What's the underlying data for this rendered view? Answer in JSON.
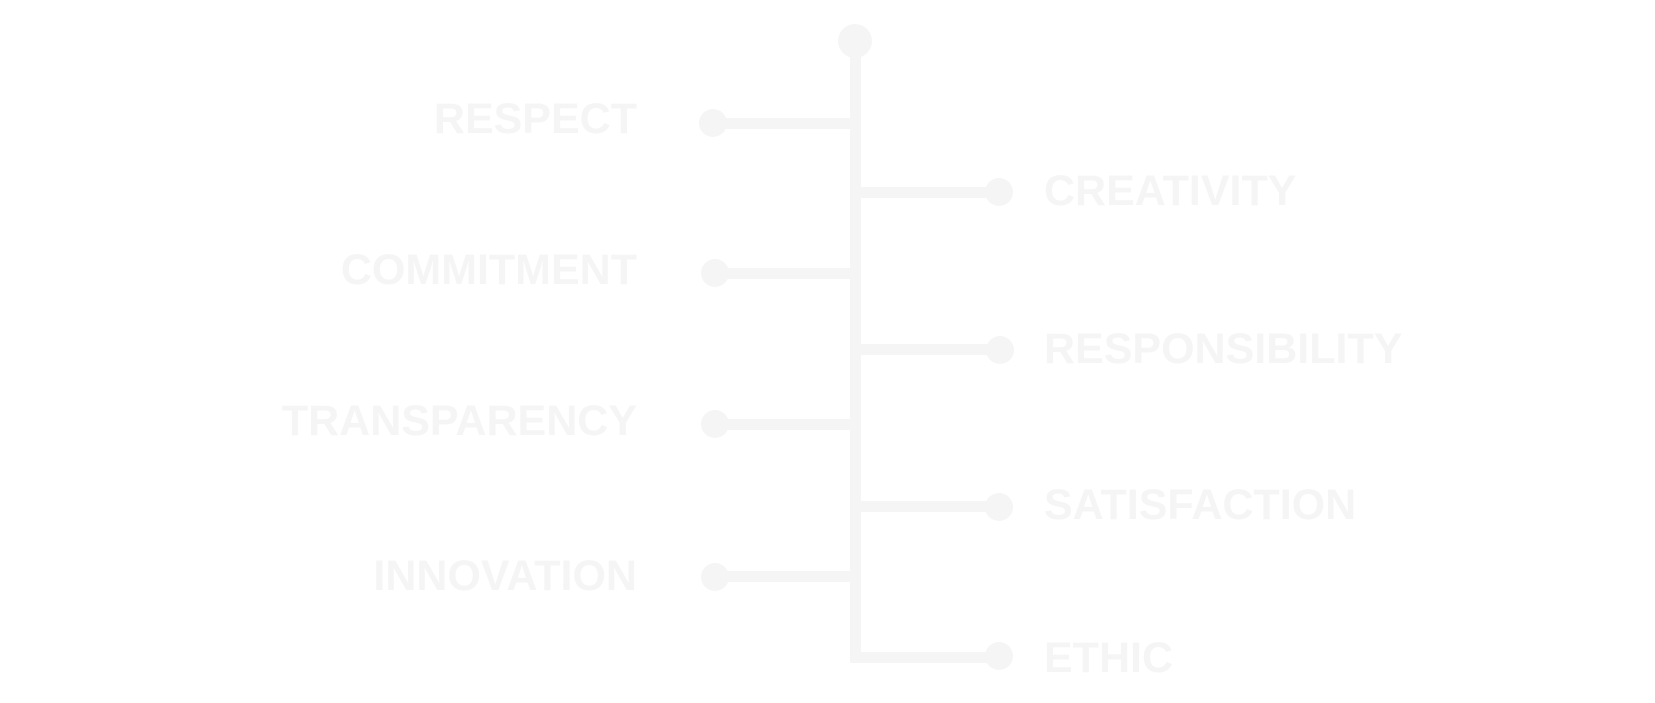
{
  "colors": {
    "line": "#f5f5f5",
    "text": "#f5f5f5",
    "background": "#ffffff"
  },
  "values": [
    {
      "label": "RESPECT",
      "side": "left"
    },
    {
      "label": "CREATIVITY",
      "side": "right"
    },
    {
      "label": "COMMITMENT",
      "side": "left"
    },
    {
      "label": "RESPONSIBILITY",
      "side": "right"
    },
    {
      "label": "TRANSPARENCY",
      "side": "left"
    },
    {
      "label": "SATISFACTION",
      "side": "right"
    },
    {
      "label": "INNOVATION",
      "side": "left"
    },
    {
      "label": "ETHIC",
      "side": "right"
    }
  ]
}
